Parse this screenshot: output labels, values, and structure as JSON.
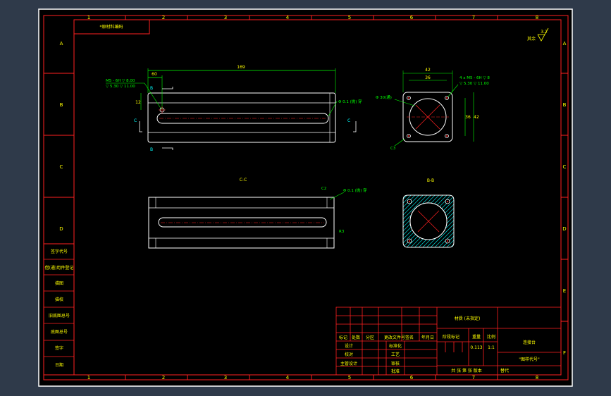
{
  "colors": {
    "background": "#000000",
    "frame_border": "#ffffff",
    "red": "#ff2020",
    "white": "#ffffff",
    "yellow": "#ffff00",
    "green": "#00ff00",
    "cyan": "#00ffff"
  },
  "top_zone_numbers": [
    "1",
    "2",
    "3",
    "4",
    "5",
    "6",
    "7",
    "8"
  ],
  "bottom_zone_numbers": [
    "1",
    "2",
    "3",
    "4",
    "5",
    "6",
    "7",
    "8"
  ],
  "left_zone_letters": [
    "A",
    "B",
    "C",
    "D"
  ],
  "right_zone_letters": [
    "A",
    "B",
    "C",
    "D",
    "E",
    "F"
  ],
  "corner_tag": "*原材料编码",
  "roughness": {
    "label": "其余",
    "value": "3.2"
  },
  "dims": {
    "overall_length": "169",
    "left_offset": "60",
    "depth_side": "12",
    "hole_note_1": "M5 - 6H ▽ 8.00",
    "hole_note_2": "▽ 5.30 ▽ 11.00",
    "right_thread": "Φ 0.1 (抛) 穿",
    "square_top_outer": "42",
    "square_top_inner": "36",
    "corner_holes_1": "4 x M5 - 6H ▽ 8",
    "corner_holes_2": "▽ 5.30 ▽ 11.00",
    "bore": "Φ 30(通)",
    "side_inner": "36",
    "side_outer": "42",
    "chamfer": "C3",
    "cc_chamfer": "C2",
    "cc_thread": "Φ 0.1 (抛) 穿",
    "cc_right": "R3"
  },
  "section_labels": {
    "cut_left_top": "C",
    "cut_right_top": "C",
    "cut_b_top": "B",
    "cut_b_bottom": "B",
    "cc_title": "C-C",
    "bb_title": "B-B"
  },
  "left_table": [
    "借(通)用件登记",
    "旧底图总号",
    "底图总号",
    "签字",
    "日期",
    "描图",
    "描校",
    "签字代号"
  ],
  "title_block": {
    "material": "材质 (未指定)",
    "part_name": "连接台",
    "drawing_no": "\"图样代号\"",
    "scale_label": "比例",
    "scale": "1:1",
    "weight_label": "重量",
    "weight": "0.113",
    "stage_label": "阶段标记",
    "row_header": [
      "标记",
      "处数",
      "分区",
      "更改文件号签名",
      "年月日"
    ],
    "design": "设计",
    "check": "校对",
    "chief": "主管设计",
    "standard": "标准化",
    "process": "工艺",
    "review": "审核",
    "approve": "批准",
    "sheet": "共 张 第 张 版本",
    "replace": "替代"
  }
}
